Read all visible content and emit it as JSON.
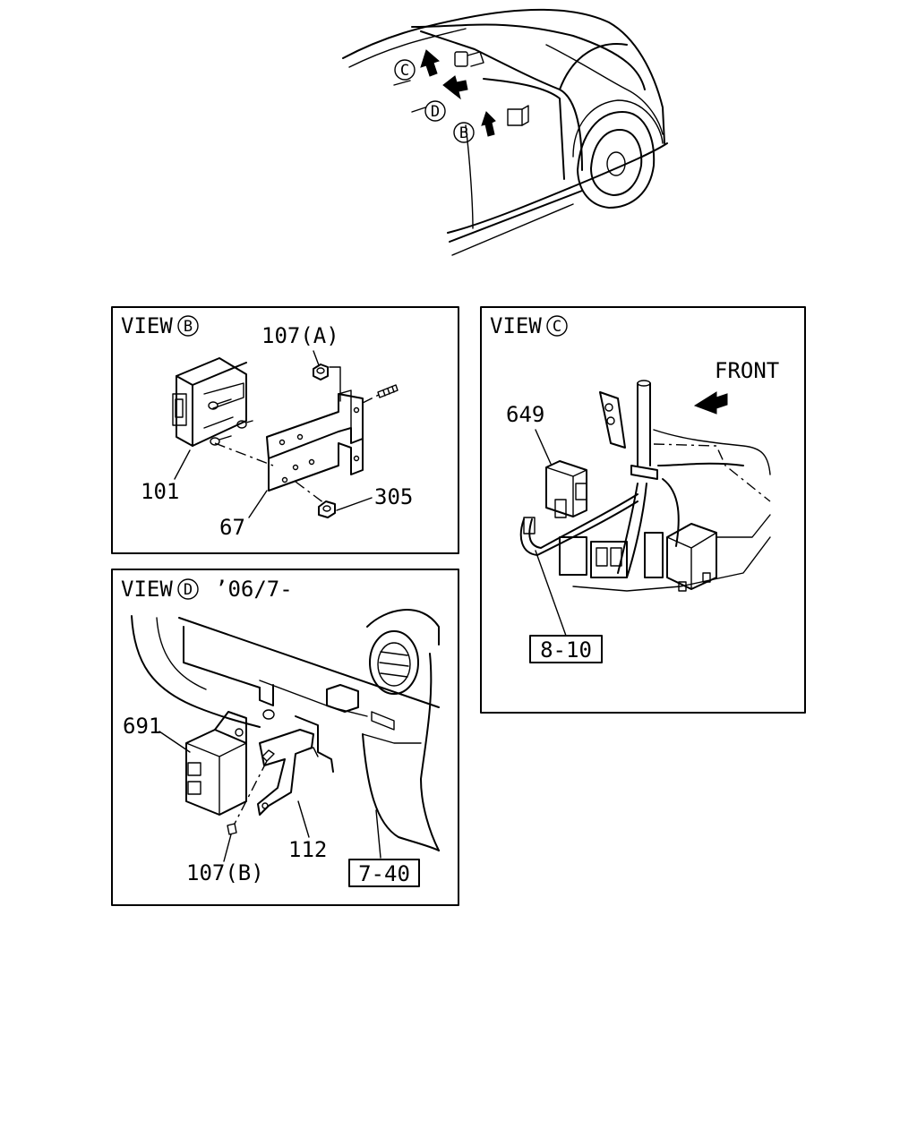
{
  "overview": {
    "callout_c": "C",
    "callout_d": "D",
    "callout_b": "B"
  },
  "view_b": {
    "view_word": "VIEW",
    "view_letter": "B",
    "part_107a": "107(A)",
    "part_101": "101",
    "part_67": "67",
    "part_305": "305"
  },
  "view_c": {
    "view_word": "VIEW",
    "view_letter": "C",
    "front_label": "FRONT",
    "part_649": "649",
    "ref_box": "8-10"
  },
  "view_d": {
    "view_word": "VIEW",
    "view_letter": "D",
    "date_label": "’06/7-",
    "part_691": "691",
    "part_112": "112",
    "part_107b": "107(B)",
    "ref_box": "7-40"
  },
  "icons": [
    "arrow-icon",
    "circled-letter-icon",
    "bolt-icon",
    "nut-icon"
  ],
  "colors": {
    "line": "#000000",
    "background": "#ffffff"
  }
}
